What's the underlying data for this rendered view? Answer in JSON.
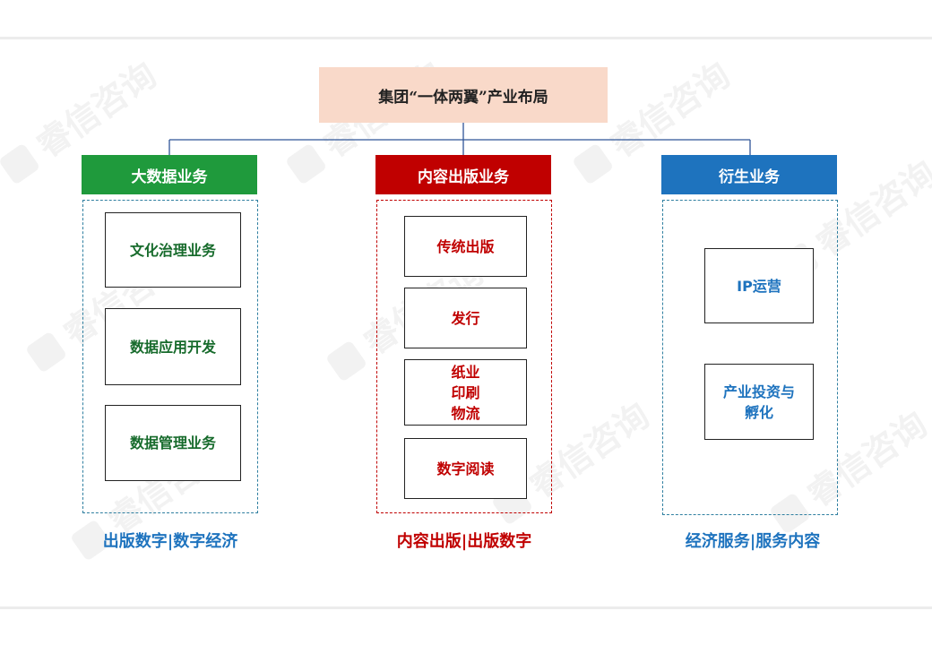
{
  "root": {
    "label": "集团“一体两翼”产业布局"
  },
  "columns": [
    {
      "header": "大数据业务",
      "color": "#1f9a3c",
      "text_color": "#176b2c",
      "items": [
        "文化治理业务",
        "数据应用开发",
        "数据管理业务"
      ],
      "caption": "出版数字|数字经济",
      "caption_color": "#1e73be"
    },
    {
      "header": "内容出版业务",
      "color": "#c00000",
      "text_color": "#c00000",
      "items": [
        "传统出版",
        "发行",
        "纸业\n印刷\n物流",
        "数字阅读"
      ],
      "caption": "内容出版|出版数字",
      "caption_color": "#c00000"
    },
    {
      "header": "衍生业务",
      "color": "#1e73be",
      "text_color": "#1e73be",
      "items": [
        "IP运营",
        "产业投资与\n孵化"
      ],
      "caption": "经济服务|服务内容",
      "caption_color": "#1e73be"
    }
  ],
  "watermark": "睿信咨询"
}
